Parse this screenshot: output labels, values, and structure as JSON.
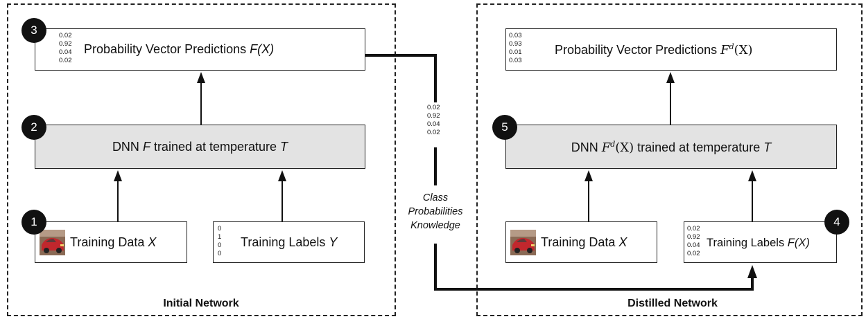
{
  "initial_network": {
    "caption": "Initial Network",
    "step3": {
      "badge": "3",
      "probs": [
        "0.02",
        "0.92",
        "0.04",
        "0.02"
      ],
      "label_prefix": "Probability Vector Predictions ",
      "label_italic": "F(X)"
    },
    "step2": {
      "badge": "2",
      "label_1": "DNN ",
      "label_F": "F",
      "label_2": " trained at temperature ",
      "label_T": "T"
    },
    "step1": {
      "badge": "1",
      "label_prefix": "Training Data ",
      "label_italic": "X"
    },
    "labels_box": {
      "probs": [
        "0",
        "1",
        "0",
        "0"
      ],
      "label_prefix": "Training Labels ",
      "label_italic": "Y"
    }
  },
  "transfer": {
    "probs": [
      "0.02",
      "0.92",
      "0.04",
      "0.02"
    ],
    "knowledge": [
      "Class",
      "Probabilities",
      "Knowledge"
    ]
  },
  "distilled_network": {
    "caption": "Distilled Network",
    "predictions": {
      "probs": [
        "0.03",
        "0.93",
        "0.01",
        "0.03"
      ],
      "label_prefix": "Probability Vector Predictions ",
      "math_base": "F",
      "math_sup": "d",
      "math_arg": "(X)"
    },
    "step5": {
      "badge": "5",
      "label_1": "DNN ",
      "math_base": "F",
      "math_sup": "d",
      "math_arg": "(X)",
      "label_2": " trained at temperature ",
      "label_T": "T"
    },
    "data_box": {
      "label_prefix": "Training Data ",
      "label_italic": "X"
    },
    "step4": {
      "badge": "4",
      "probs": [
        "0.02",
        "0.92",
        "0.04",
        "0.02"
      ],
      "label_prefix": "Training Labels ",
      "label_italic": "F(X)"
    }
  },
  "icons": {
    "car": "red-car-photo-icon",
    "arrowhead": "arrowhead-icon"
  }
}
